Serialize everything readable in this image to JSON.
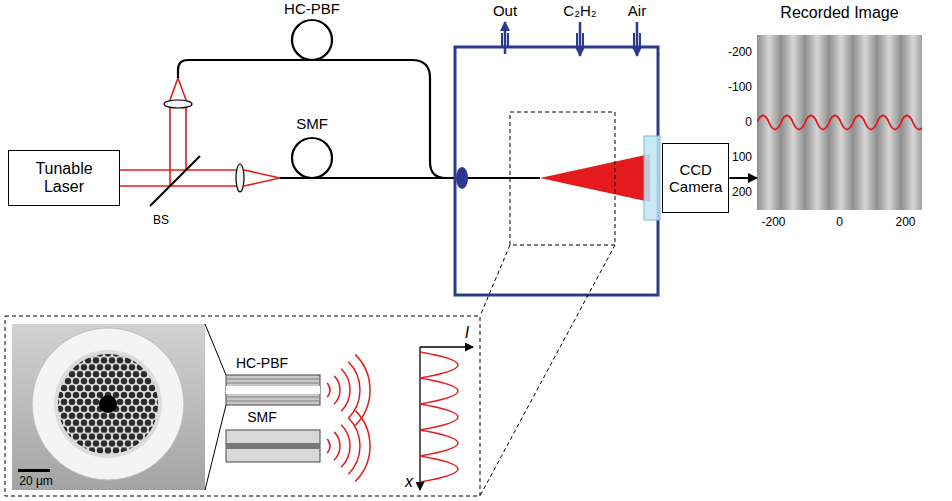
{
  "diagram": {
    "nodes": [
      {
        "text": [
          "Tunable Laser"
        ]
      },
      {
        "text": [
          "CCD Camera"
        ]
      },
      {
        "text": [
          "Recorded Image"
        ]
      }
    ],
    "edges": [
      {
        "from": 1,
        "to": 2,
        "arrow": "to"
      }
    ],
    "labels": [
      "HC-PBF",
      "SMF",
      "Out",
      "C₂H₂",
      "Air",
      "BS",
      "-200",
      "-100",
      "0",
      "100",
      "200",
      "-200",
      "0",
      "200",
      "20 μm",
      "HC-PBF",
      "SMF",
      "I",
      "x"
    ]
  }
}
